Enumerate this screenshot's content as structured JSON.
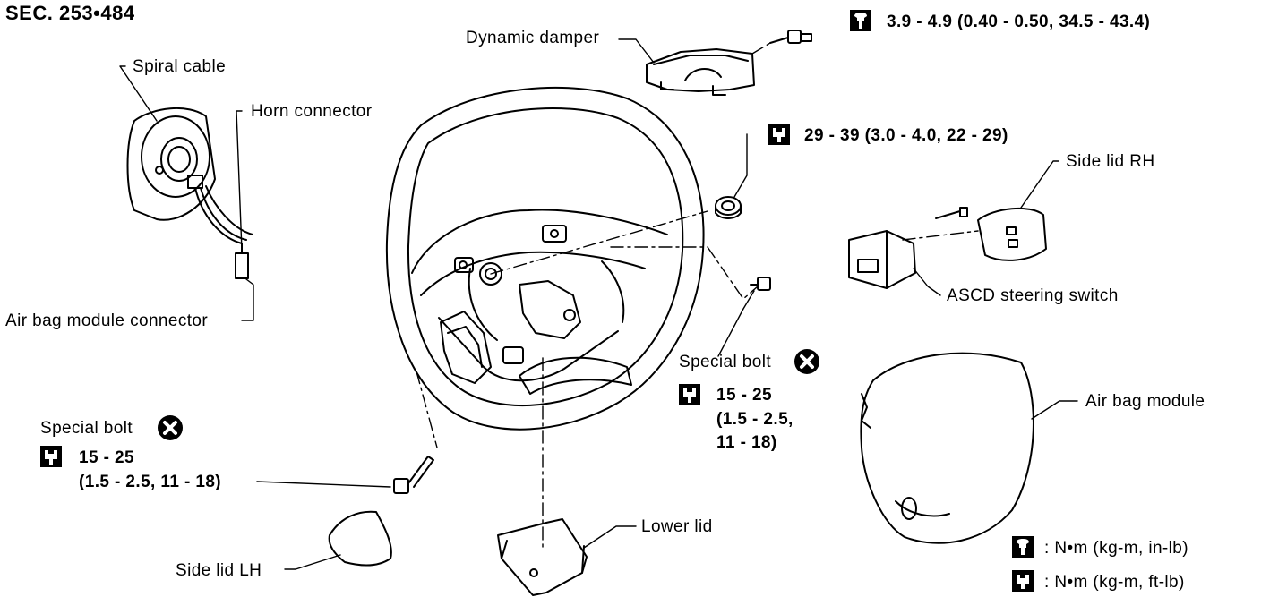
{
  "section_number": "SEC. 253•484",
  "labels": {
    "spiral_cable": "Spiral cable",
    "horn_connector": "Horn connector",
    "air_bag_module_connector": "Air bag module connector",
    "dynamic_damper": "Dynamic damper",
    "side_lid_rh": "Side lid RH",
    "ascd_steering_switch": "ASCD steering switch",
    "special_bolt_right": "Special bolt",
    "special_bolt_left": "Special bolt",
    "air_bag_module": "Air bag module",
    "lower_lid": "Lower lid",
    "side_lid_lh": "Side lid LH"
  },
  "torques": {
    "dynamic_damper_bolt": "3.9 - 4.9 (0.40 - 0.50, 34.5 - 43.4)",
    "steering_wheel_nut": "29 - 39 (3.0 - 4.0, 22 - 29)",
    "special_bolt_right": {
      "line1": "15 - 25",
      "line2": "(1.5 - 2.5,",
      "line3": "11 - 18)"
    },
    "special_bolt_left": {
      "line1": "15 - 25",
      "line2": "(1.5 - 2.5, 11 - 18)"
    }
  },
  "legend": {
    "in_lb": ": N•m (kg-m, in-lb)",
    "ft_lb": ": N•m (kg-m, ft-lb)"
  },
  "icons": {
    "torque_in_lb": "wrench-in-lb-icon",
    "torque_ft_lb": "wrench-ft-lb-icon",
    "do_not_reuse": "x-circle-icon"
  }
}
